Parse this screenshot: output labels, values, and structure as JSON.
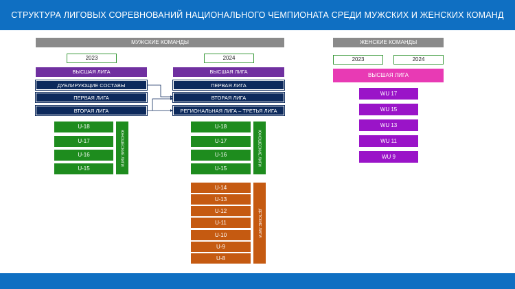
{
  "title": "СТРУКТУРА ЛИГОВЫХ СОРЕВНОВАНИЙ НАЦИОНАЛЬНОГО ЧЕМПИОНАТА СРЕДИ МУЖСКИХ И ЖЕНСКИХ КОМАНД",
  "men": {
    "header": "МУЖСКИЕ КОМАНДЫ",
    "year_2023": "2023",
    "year_2024": "2024",
    "leagues_2023": [
      "ВЫСШАЯ ЛИГА",
      "ДУБЛИРУЮЩИЕ СОСТАВЫ",
      "ПЕРВАЯ ЛИГА",
      "ВТОРАЯ ЛИГА"
    ],
    "leagues_2024": [
      "ВЫСШАЯ ЛИГА",
      "ПЕРВАЯ ЛИГА",
      "ВТОРАЯ ЛИГА",
      "РЕГИОНАЛЬНАЯ ЛИГА – ТРЕТЬЯ ЛИГА"
    ],
    "youth_2023": [
      "U-18",
      "U-17",
      "U-16",
      "U-15"
    ],
    "youth_2023_label": "ЮНОШЕСКИЕ ЛИГИ",
    "youth_2024": [
      "U-18",
      "U-17",
      "U-16",
      "U-15"
    ],
    "youth_2024_label": "ЮНОШЕСКИЕ ЛИГИ",
    "kids_2024": [
      "U-14",
      "U-13",
      "U-12",
      "U-11",
      "U-10",
      "U-9",
      "U-8"
    ],
    "kids_2024_label": "ДЕТСКИЕ ЛИГИ"
  },
  "women": {
    "header": "ЖЕНСКИЕ КОМАНДЫ",
    "year_2023": "2023",
    "year_2024": "2024",
    "top": "ВЫСШАЯ ЛИГА",
    "youth": [
      "WU 17",
      "WU 15",
      "WU 13",
      "WU 11",
      "WU 9"
    ]
  },
  "colors": {
    "banner": "#0f6fc2",
    "premier": "#7030a0",
    "leagues": "#0d2a5c",
    "youth": "#1e8c1e",
    "kids": "#c55a11",
    "women_top": "#e83ab4",
    "women_youth": "#9a14c8"
  }
}
